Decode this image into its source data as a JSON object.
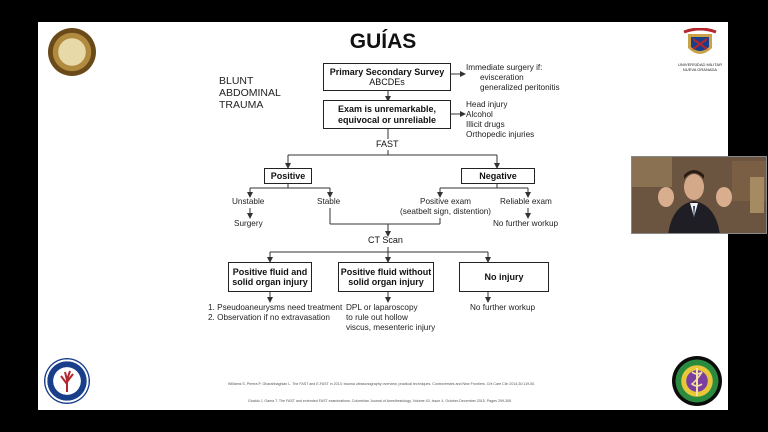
{
  "slide": {
    "title": "GUÍAS",
    "side_title_lines": [
      "BLUNT",
      "ABDOMINAL",
      "TRAUMA"
    ],
    "boxes": {
      "primary_line1": "Primary Secondary Survey",
      "primary_line2": "ABCDEs",
      "exam_line1": "Exam is unremarkable,",
      "exam_line2": "equivocal or unreliable",
      "positive": "Positive",
      "negative": "Negative",
      "fluid_organ_line1": "Positive fluid and",
      "fluid_organ_line2": "solid organ injury",
      "fluid_nosolid_line1": "Positive fluid without",
      "fluid_nosolid_line2": "solid organ injury",
      "no_injury": "No injury"
    },
    "notes": {
      "surgery_if": "Immediate surgery if:",
      "evisceration": "evisceration",
      "peritonitis": "generalized peritonitis",
      "head_injury": "Head injury",
      "alcohol": "Alcohol",
      "illicit": "Illicit drugs",
      "ortho": "Orthopedic injuries",
      "fast": "FAST",
      "unstable": "Unstable",
      "stable": "Stable",
      "positive_exam": "Positive exam",
      "seatbelt": "(seatbelt sign, distention)",
      "reliable_exam": "Reliable exam",
      "surgery": "Surgery",
      "no_further_1": "No further workup",
      "ct_scan": "CT Scan",
      "pseudo": "1. Pseudoaneurysms need treatment",
      "observation": "2. Observation if no extravasation",
      "dpl": "DPL or laparoscopy",
      "rule_out": "to rule out hollow",
      "viscus": "viscus, mesenteric injury",
      "no_further_2": "No further workup"
    },
    "logo_text": {
      "univ_line1": "UNIVERSIDAD MILITAR",
      "univ_line2": "NUEVA GRANADA"
    },
    "citations": [
      "Williams S, Perera P, Gharahbaghian L. The FAST and E-FAST in 2013: trauma ultrasonography overview, practical techniques. Controversies and New Frontiers. Crit Care Clin 2014;30:119-50.",
      "Giraldo J, Gama T. The FAST and extended FAST examinations. Colombian Journal of Anesthesiology, Volume 43, Issue 4, October-December 2015, Pages 299-306"
    ]
  },
  "colors": {
    "background": "#000000",
    "slide": "#ffffff",
    "text": "#111111",
    "logo_blue": "#1a3f8a",
    "logo_red": "#b3262d",
    "logo_gold": "#c9a24a"
  }
}
